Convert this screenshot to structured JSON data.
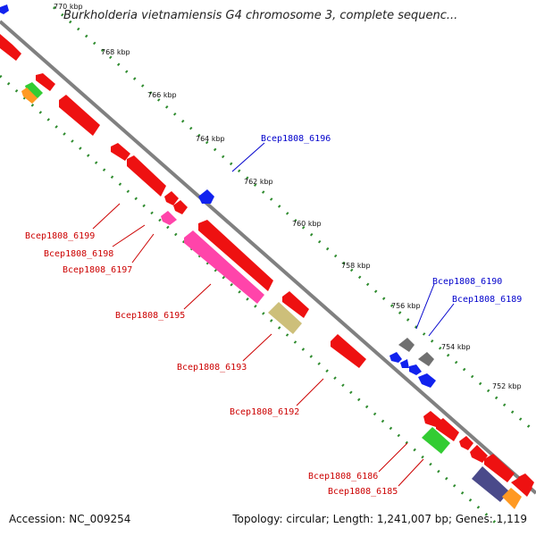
{
  "title": "Burkholderia vietnamiensis G4 chromosome 3, complete sequenc...",
  "footer": {
    "accession": "Accession: NC_009254",
    "summary": "Topology: circular; Length: 1,241,007 bp; Genes: 1,119"
  },
  "scale_ticks": [
    "770 kbp",
    "768 kbp",
    "766 kbp",
    "764 kbp",
    "762 kbp",
    "760 kbp",
    "758 kbp",
    "756 kbp",
    "754 kbp",
    "752 kbp"
  ],
  "gene_labels": [
    {
      "text": "Bcep1808_6196",
      "color": "#0000cc"
    },
    {
      "text": "Bcep1808_6190",
      "color": "#0000cc"
    },
    {
      "text": "Bcep1808_6189",
      "color": "#0000cc"
    },
    {
      "text": "Bcep1808_6199",
      "color": "#cc0000"
    },
    {
      "text": "Bcep1808_6198",
      "color": "#cc0000"
    },
    {
      "text": "Bcep1808_6197",
      "color": "#cc0000"
    },
    {
      "text": "Bcep1808_6195",
      "color": "#cc0000"
    },
    {
      "text": "Bcep1808_6193",
      "color": "#cc0000"
    },
    {
      "text": "Bcep1808_6192",
      "color": "#cc0000"
    },
    {
      "text": "Bcep1808_6186",
      "color": "#cc0000"
    },
    {
      "text": "Bcep1808_6185",
      "color": "#cc0000"
    }
  ],
  "colors": {
    "backbone": "#808080",
    "tick_marks": "#2e8b2e",
    "gene_red": "#ee1111",
    "gene_blue": "#1122ee",
    "gene_pink": "#ff44aa",
    "gene_khaki": "#cdbf7a",
    "gene_green": "#33cc33",
    "gene_gray": "#707070",
    "gene_navy": "#4a4a8a",
    "gene_orange": "#ff9922"
  }
}
